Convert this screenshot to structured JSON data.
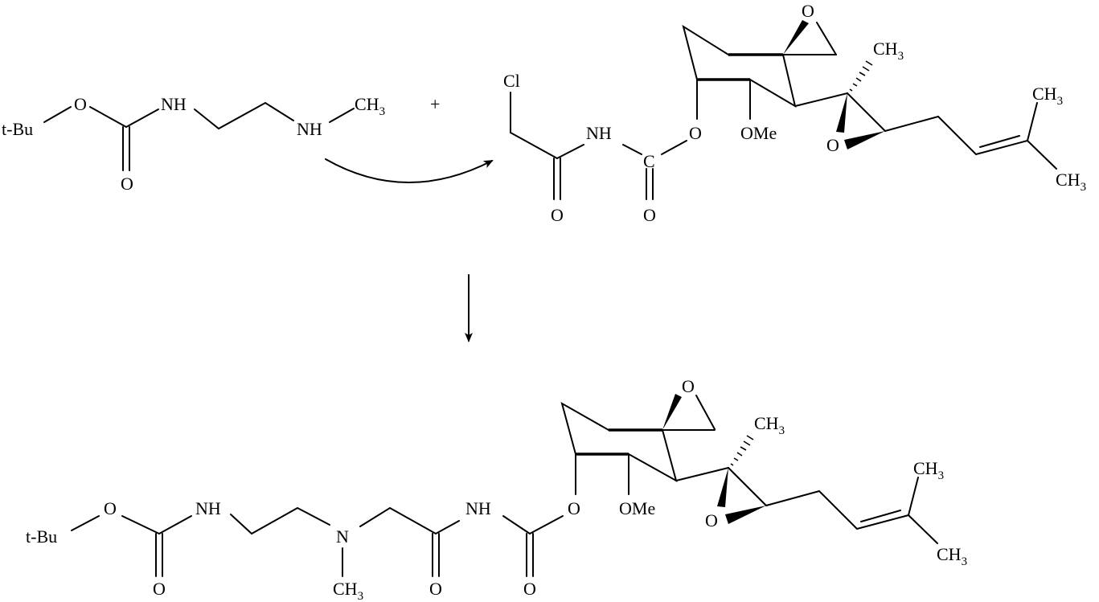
{
  "reactant_1": {
    "tbu": "t-Bu",
    "o_ester": "O",
    "o_carbonyl": "O",
    "nh_1": "NH",
    "nh_2": "NH",
    "ch3": "CH",
    "ch3_sub": "3"
  },
  "plus_sign": "+",
  "reactant_2": {
    "cl": "Cl",
    "nh": "NH",
    "c_carbamate": "C",
    "o_amide": "O",
    "o_carbamate": "O",
    "o_ester": "O",
    "ome": "OMe",
    "o_spiro_epoxide": "O",
    "o_epoxide": "O",
    "ch3_epoxide": "CH",
    "ch3_allyl_top": "CH",
    "ch3_allyl_bottom": "CH",
    "sub3": "3"
  },
  "product": {
    "tbu": "t-Bu",
    "o_ester_1": "O",
    "o_carbonyl_1": "O",
    "nh_1": "NH",
    "n": "N",
    "n_ch3": "CH",
    "o_amide": "O",
    "nh_2": "NH",
    "o_carbamate": "O",
    "o_ester_2": "O",
    "ome": "OMe",
    "o_spiro_epoxide": "O",
    "o_epoxide": "O",
    "ch3_epoxide": "CH",
    "ch3_allyl_top": "CH",
    "ch3_allyl_bottom": "CH",
    "sub3": "3"
  }
}
